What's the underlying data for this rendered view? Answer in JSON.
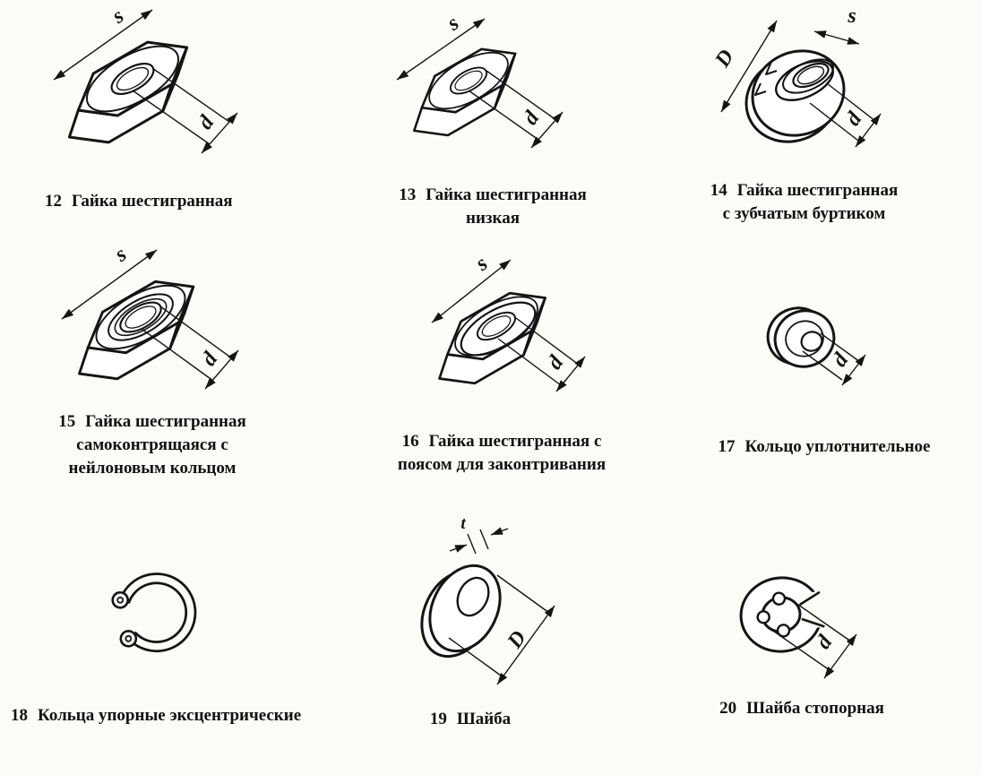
{
  "page": {
    "background_color": "#fbfcf7",
    "ink_color": "#141414"
  },
  "figures": [
    {
      "num": "12",
      "caption": [
        "Гайка шестигранная"
      ],
      "dims": {
        "s": "s",
        "d": "d"
      }
    },
    {
      "num": "13",
      "caption": [
        "Гайка шестигранная",
        "низкая"
      ],
      "dims": {
        "s": "s",
        "d": "d"
      }
    },
    {
      "num": "14",
      "caption": [
        "Гайка шестигранная",
        "с зубчатым буртиком"
      ],
      "dims": {
        "D": "D",
        "s": "s",
        "d": "d"
      }
    },
    {
      "num": "15",
      "caption": [
        "Гайка шестигранная",
        "самоконтрящаяся с",
        "нейлоновым кольцом"
      ],
      "dims": {
        "s": "s",
        "d": "d"
      }
    },
    {
      "num": "16",
      "caption": [
        "Гайка шестигранная с",
        "поясом для законтривания"
      ],
      "dims": {
        "s": "s",
        "d": "d"
      }
    },
    {
      "num": "17",
      "caption": [
        "Кольцо уплотнительное"
      ],
      "dims": {
        "d": "d"
      }
    },
    {
      "num": "18",
      "caption": [
        "Кольца упорные эксцентрические"
      ],
      "dims": {}
    },
    {
      "num": "19",
      "caption": [
        "Шайба"
      ],
      "dims": {
        "t": "t",
        "D": "D"
      }
    },
    {
      "num": "20",
      "caption": [
        "Шайба стопорная"
      ],
      "dims": {
        "d": "d"
      }
    }
  ]
}
